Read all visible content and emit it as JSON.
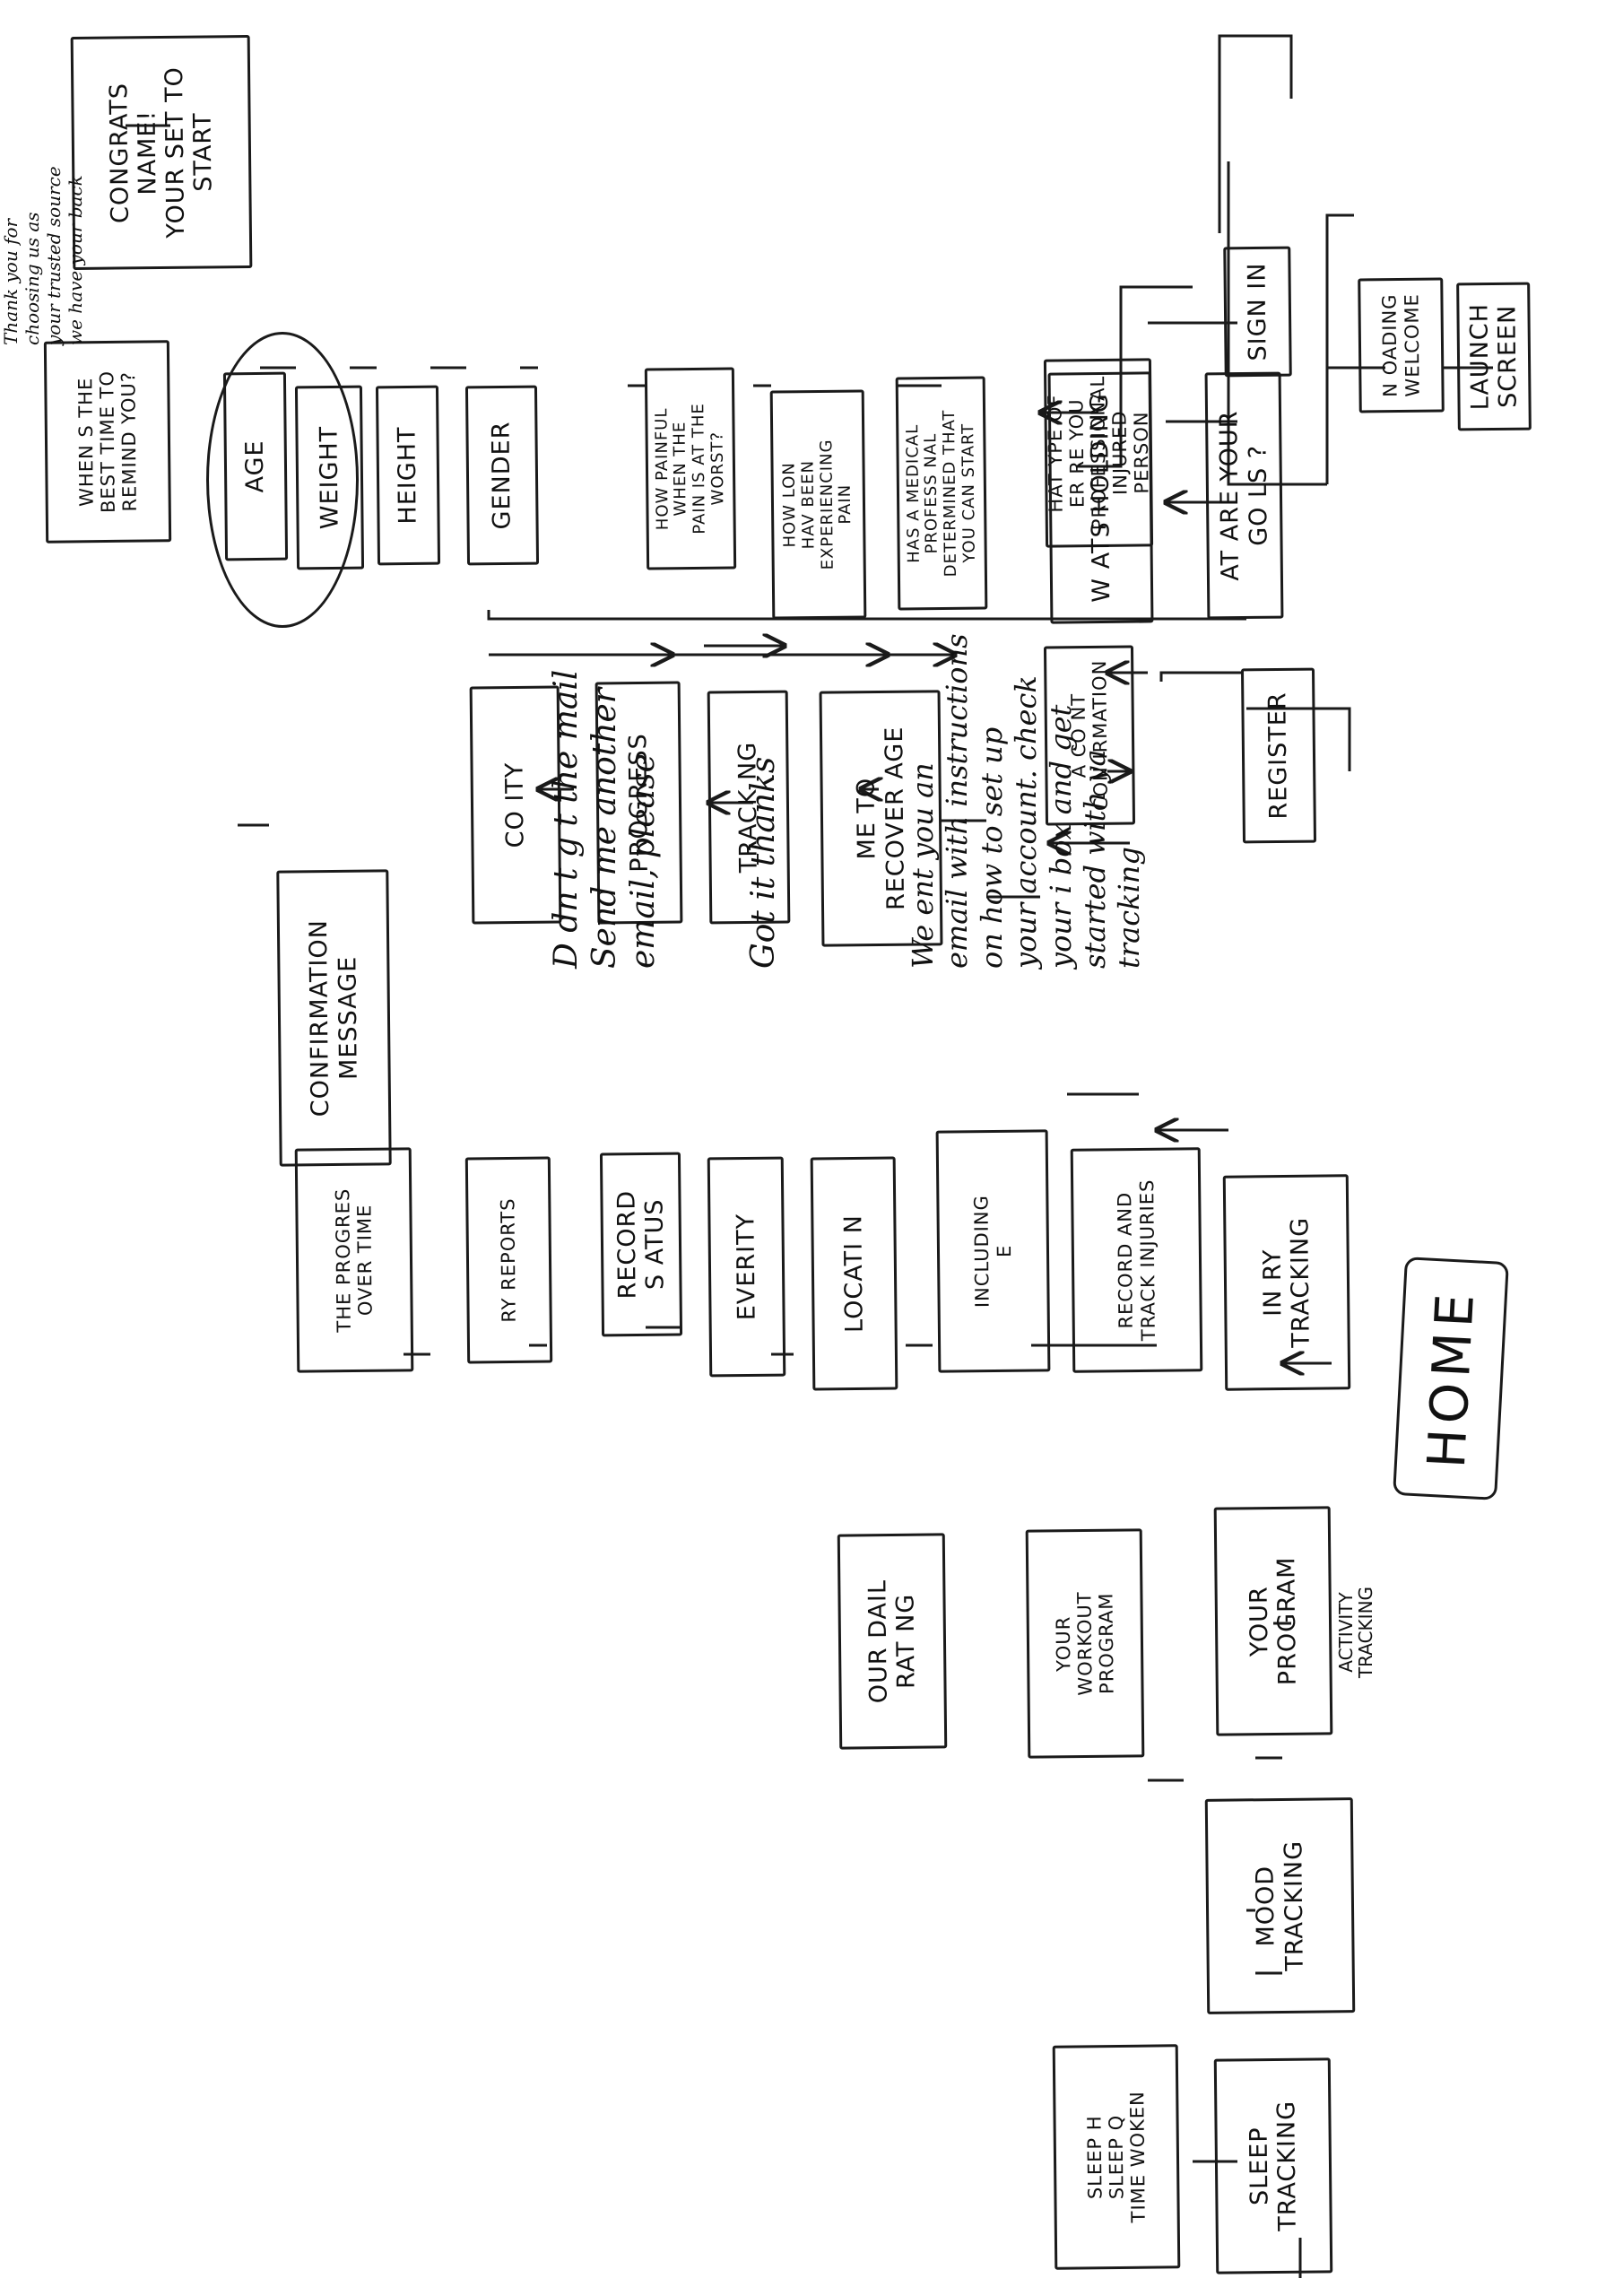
{
  "nodes": {
    "launch_screen": "LAUNCH SCREEN",
    "onboarding_welcome": "N OADING\nWELCOME",
    "sign_in": "SIGN IN",
    "register": "REGISTER",
    "account_confirmation": "A CO NT\nCON IRMATION",
    "what_type_of_user": "HAT YPE OF\nER RE YOU\nProfessional\nInjured Person",
    "welcome_recover_age": "ME TO\nRECOVER AGE",
    "tracking": "TRACK NG",
    "progress": "PROGRESS",
    "community": "CO ITY",
    "what_are_your_goals": "AT ARE YOUR\nGO LS ?",
    "whats_holding": "W ATS HOLDING",
    "medical_professional": "HAS A MEDICAL\nPROFESS NAL\nDETERMINED THAT\nYOU CAN START",
    "how_long_pain": "HOW LON\nHAV BEEN\nEXPERIENCING\nPAIN",
    "how_painful": "HOW PAINFUL\nWHEN THE\nPAIN IS AT THE\nWORST?",
    "gender": "GENDER",
    "height": "HEIGHT",
    "weight": "WEIGHT",
    "age": "AGE",
    "best_time": "WHEN S THE\nBEST TIME TO\nREMIND YOU?",
    "congrats": "CONGRATS\nNAME!\nYOUR SET TO\nSTART",
    "home": "HOME",
    "injury_tracking": "IN RY\nTRACKING",
    "record_track": "RECORD AND\nTRACK INJURIES",
    "including": "INCLUDING\nE",
    "location": "LOCATI N",
    "severity": "EVERITY",
    "record_status": "RECORD\nS ATUS",
    "reports": "RY REPORTS",
    "progress_over_time": "THE PROGRES\nOVER TIME",
    "your_program": "YOUR\nPROGRAM",
    "your_workout_program": "YOUR\nWORKOUT\nPROGRAM",
    "our_daily_rating": "OUR DAIL\nRAT NG",
    "mood_tracking": "MOOD\nTRACKING",
    "sleep_tracking": "SLEEP\nTRACKING",
    "sleep_details": "SLEEP H\nSLEEP Q\nTIME WOKEN",
    "confirmation_message": "CONFIRMATION\nMESSAGE"
  },
  "labels": {
    "activity_tracking": "ACTIVITY\nTRACKING"
  },
  "notes": {
    "email_note": "We ent you an\nemail with instructions\non how to set up\nyour account. check\nyour i box and get\nstarted with ya\ntracking",
    "got_it": "Got it thanks",
    "didnt_get": "D dn t g t the mail\nSend me another\nemail, please",
    "thank_you": "Thank you for\nchoosing us as\nyour trusted source\nwe have your back"
  },
  "colors": {
    "ink": "#1a1a1a",
    "paper": "#ffffff"
  }
}
